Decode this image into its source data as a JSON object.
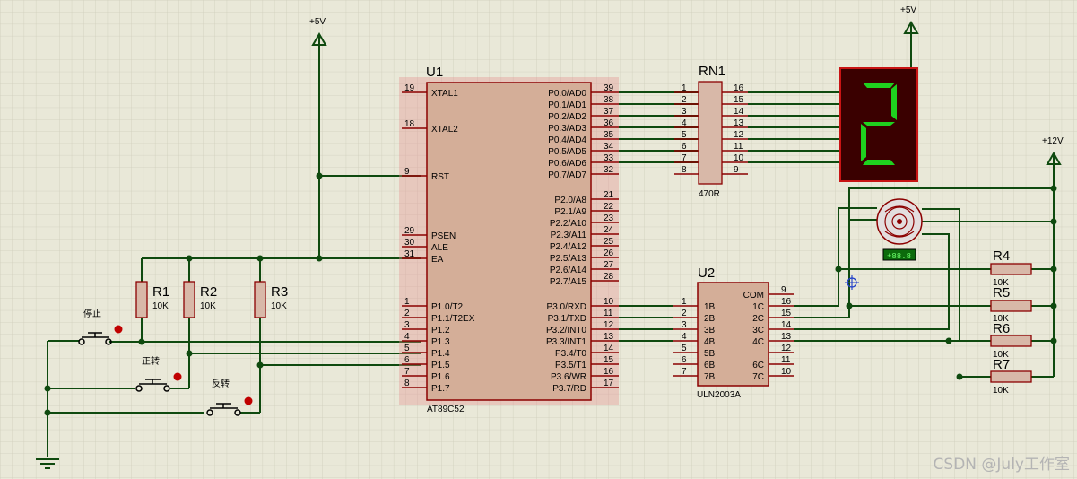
{
  "power": {
    "vcc_5v_label": "+5V",
    "vcc_12v_label": "+12V"
  },
  "u1": {
    "ref": "U1",
    "part": "AT89C52",
    "left_pins": [
      {
        "num": "19",
        "name": "XTAL1"
      },
      {
        "num": "18",
        "name": "XTAL2"
      },
      {
        "num": "9",
        "name": "RST"
      },
      {
        "num": "29",
        "name": "PSEN"
      },
      {
        "num": "30",
        "name": "ALE"
      },
      {
        "num": "31",
        "name": "EA"
      },
      {
        "num": "1",
        "name": "P1.0/T2"
      },
      {
        "num": "2",
        "name": "P1.1/T2EX"
      },
      {
        "num": "3",
        "name": "P1.2"
      },
      {
        "num": "4",
        "name": "P1.3"
      },
      {
        "num": "5",
        "name": "P1.4"
      },
      {
        "num": "6",
        "name": "P1.5"
      },
      {
        "num": "7",
        "name": "P1.6"
      },
      {
        "num": "8",
        "name": "P1.7"
      }
    ],
    "right_pins": [
      {
        "num": "39",
        "name": "P0.0/AD0"
      },
      {
        "num": "38",
        "name": "P0.1/AD1"
      },
      {
        "num": "37",
        "name": "P0.2/AD2"
      },
      {
        "num": "36",
        "name": "P0.3/AD3"
      },
      {
        "num": "35",
        "name": "P0.4/AD4"
      },
      {
        "num": "34",
        "name": "P0.5/AD5"
      },
      {
        "num": "33",
        "name": "P0.6/AD6"
      },
      {
        "num": "32",
        "name": "P0.7/AD7"
      },
      {
        "num": "21",
        "name": "P2.0/A8"
      },
      {
        "num": "22",
        "name": "P2.1/A9"
      },
      {
        "num": "23",
        "name": "P2.2/A10"
      },
      {
        "num": "24",
        "name": "P2.3/A11"
      },
      {
        "num": "25",
        "name": "P2.4/A12"
      },
      {
        "num": "26",
        "name": "P2.5/A13"
      },
      {
        "num": "27",
        "name": "P2.6/A14"
      },
      {
        "num": "28",
        "name": "P2.7/A15"
      },
      {
        "num": "10",
        "name": "P3.0/RXD"
      },
      {
        "num": "11",
        "name": "P3.1/TXD"
      },
      {
        "num": "12",
        "name": "P3.2/INT0"
      },
      {
        "num": "13",
        "name": "P3.3/INT1"
      },
      {
        "num": "14",
        "name": "P3.4/T0"
      },
      {
        "num": "15",
        "name": "P3.5/T1"
      },
      {
        "num": "16",
        "name": "P3.6/WR"
      },
      {
        "num": "17",
        "name": "P3.7/RD"
      }
    ]
  },
  "rn1": {
    "ref": "RN1",
    "value": "470R",
    "left_nums": [
      "1",
      "2",
      "3",
      "4",
      "5",
      "6",
      "7",
      "8"
    ],
    "right_nums": [
      "16",
      "15",
      "14",
      "13",
      "12",
      "11",
      "10",
      "9"
    ]
  },
  "u2": {
    "ref": "U2",
    "part": "ULN2003A",
    "left_pins": [
      {
        "num": "1",
        "name": "1B"
      },
      {
        "num": "2",
        "name": "2B"
      },
      {
        "num": "3",
        "name": "3B"
      },
      {
        "num": "4",
        "name": "4B"
      },
      {
        "num": "5",
        "name": "5B"
      },
      {
        "num": "6",
        "name": "6B"
      },
      {
        "num": "7",
        "name": "7B"
      }
    ],
    "right_pins": [
      {
        "num": "9",
        "name": "COM"
      },
      {
        "num": "16",
        "name": "1C"
      },
      {
        "num": "15",
        "name": "2C"
      },
      {
        "num": "14",
        "name": "3C"
      },
      {
        "num": "13",
        "name": "4C"
      },
      {
        "num": "12",
        "name": ""
      },
      {
        "num": "11",
        "name": "6C"
      },
      {
        "num": "10",
        "name": "7C"
      }
    ]
  },
  "resistors_left": [
    {
      "ref": "R1",
      "value": "10K"
    },
    {
      "ref": "R2",
      "value": "10K"
    },
    {
      "ref": "R3",
      "value": "10K"
    }
  ],
  "resistors_right": [
    {
      "ref": "R4",
      "value": "10K"
    },
    {
      "ref": "R5",
      "value": "10K"
    },
    {
      "ref": "R6",
      "value": "10K"
    },
    {
      "ref": "R7",
      "value": "10K"
    }
  ],
  "buttons": [
    {
      "label": "停止"
    },
    {
      "label": "正转"
    },
    {
      "label": "反转"
    }
  ],
  "display": {
    "digit": "2",
    "segment_color": "#1fd11f",
    "body_color": "#3a0000",
    "frame_color": "#c81414"
  },
  "motor": {
    "readout": "+88.8"
  },
  "watermark": "CSDN @July工作室"
}
